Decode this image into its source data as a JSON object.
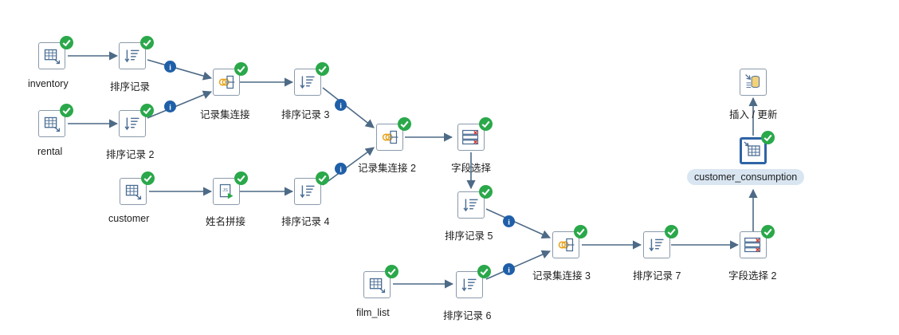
{
  "steps": {
    "inventory": "inventory",
    "rental": "rental",
    "customer": "customer",
    "film_list": "film_list",
    "sort1": "排序记录",
    "sort2": "排序记录 2",
    "sort3": "排序记录 3",
    "sort4": "排序记录 4",
    "sort5": "排序记录 5",
    "sort6": "排序记录 6",
    "sort7": "排序记录 7",
    "merge1": "记录集连接",
    "merge2": "记录集连接 2",
    "merge3": "记录集连接 3",
    "concat": "姓名拼接",
    "select1": "字段选择",
    "select2": "字段选择 2",
    "output": "customer_consumption",
    "upsert": "插入 / 更新"
  },
  "colors": {
    "hop": "#4d6a86",
    "ok": "#2aa84a",
    "info": "#1f5fa8",
    "icon": "#4a6d94"
  },
  "icons": {
    "status": "check-icon",
    "hop_info": "info-icon"
  }
}
